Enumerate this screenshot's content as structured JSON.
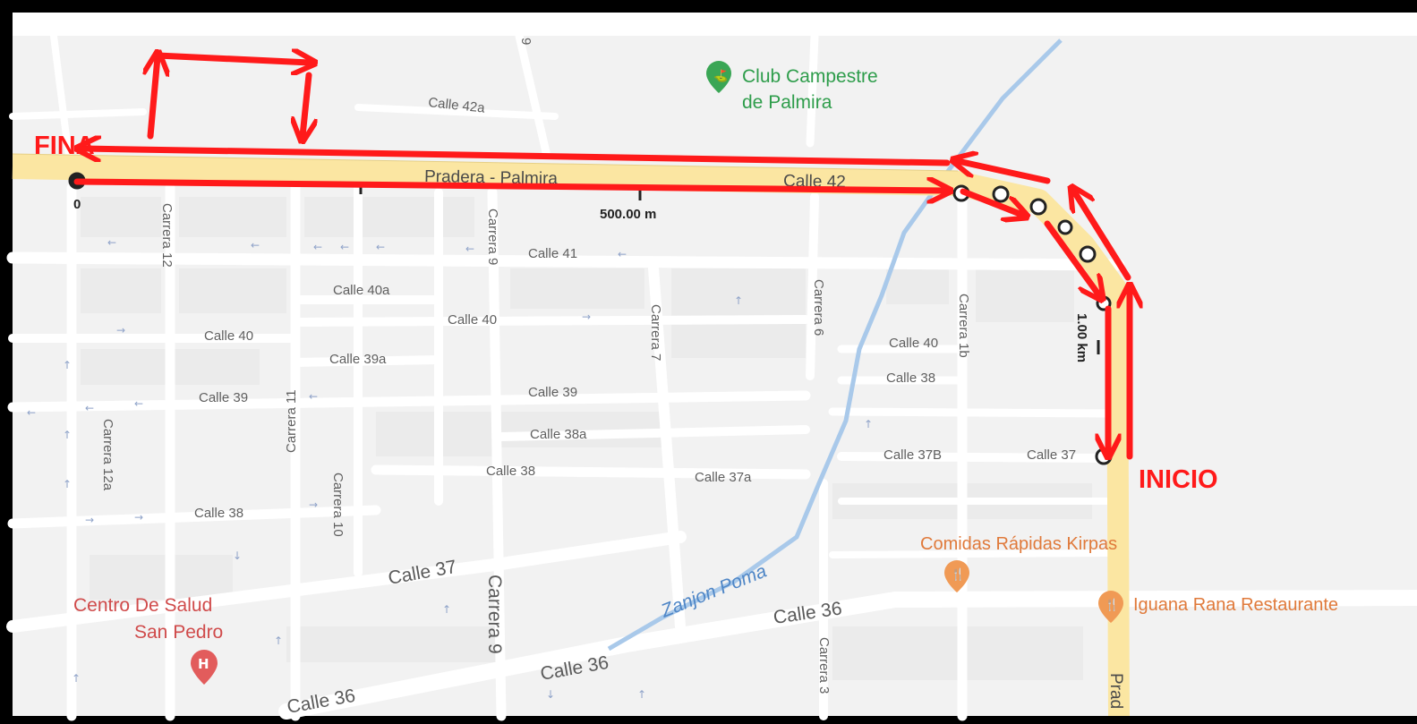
{
  "map": {
    "route_name": "Pradera - Palmira",
    "route_street": "Calle 42",
    "route_street_south": "Prad",
    "start_label": "INICIO",
    "end_label": "FINA",
    "scale": {
      "zero": "0",
      "half_km": "500.00 m",
      "one_km": "1.00 km"
    },
    "pois": {
      "club": [
        "Club Campestre",
        "de Palmira"
      ],
      "kirpas": "Comidas Rápidas Kirpas",
      "iguana": "Iguana Rana Restaurante",
      "salud": [
        "Centro De Salud",
        "San Pedro"
      ]
    },
    "water": "Zanjon Poma",
    "streets": {
      "calle_42a": "Calle 42a",
      "calle_41": "Calle 41",
      "calle_40a": "Calle 40a",
      "calle_40_w": "Calle 40",
      "calle_40_c": "Calle 40",
      "calle_40_e": "Calle 40",
      "calle_39a": "Calle 39a",
      "calle_39_w": "Calle 39",
      "calle_39_c": "Calle 39",
      "calle_38a": "Calle 38a",
      "calle_38_e": "Calle 38",
      "calle_38_c": "Calle 38",
      "calle_38_w": "Calle 38",
      "calle_37b": "Calle 37B",
      "calle_37_e": "Calle 37",
      "calle_37a": "Calle 37a",
      "calle_37_w": "Calle 37",
      "calle_36_e": "Calle 36",
      "calle_36_c": "Calle 36",
      "calle_36_w": "Calle 36",
      "carrera_12": "Carrera 12",
      "carrera_12a": "Carrera 12a",
      "carrera_11": "Carrera 11",
      "carrera_10": "Carrera 10",
      "carrera_9_n": "Carrera 9",
      "carrera_9_s": "Carrera 9",
      "carrera_9_top": "9",
      "carrera_7": "Carrera 7",
      "carrera_6": "Carrera 6",
      "carrera_3": "Carrera 3",
      "carrera_1b": "Carrera 1b"
    },
    "colors": {
      "background": "#f2f2f2",
      "road": "#ffffff",
      "route_road": "#fbe6a2",
      "annotation": "#ff1a1a",
      "frame": "#000000"
    }
  }
}
